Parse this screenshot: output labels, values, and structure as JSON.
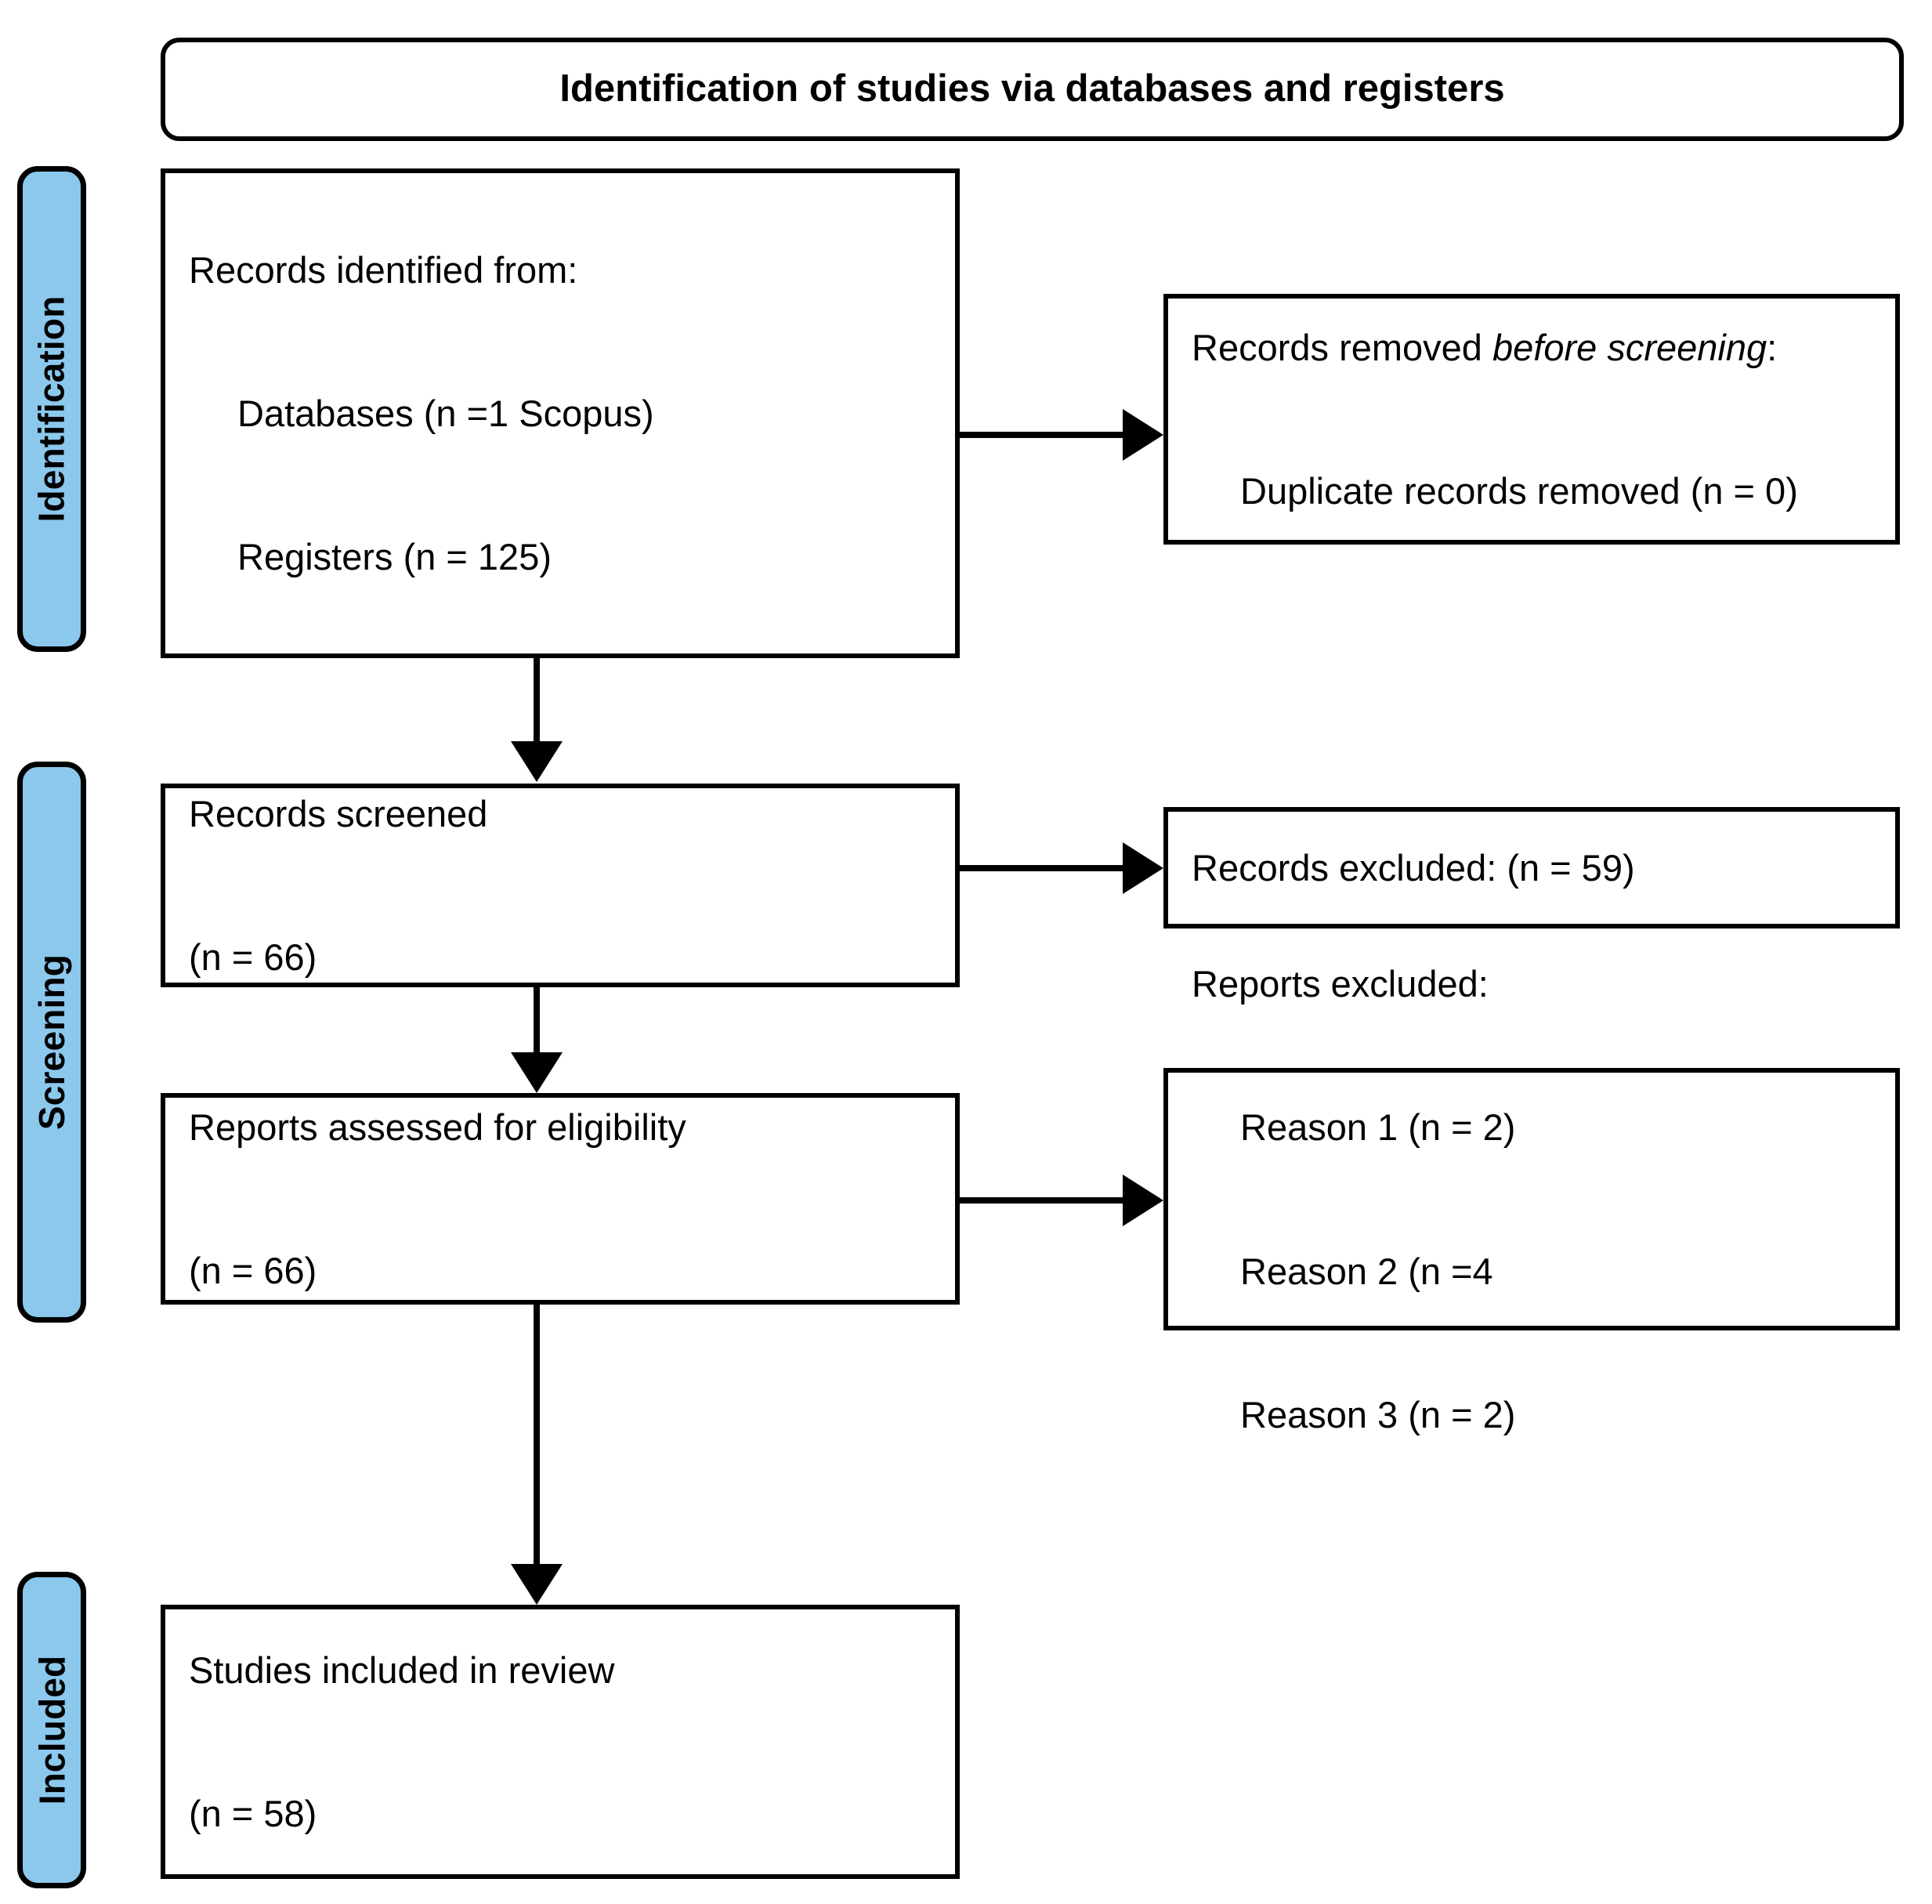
{
  "diagram": {
    "title": "Identification of studies via databases and registers",
    "stages": [
      {
        "id": "identification",
        "label": "Identification"
      },
      {
        "id": "screening",
        "label": "Screening"
      },
      {
        "id": "included",
        "label": "Included"
      }
    ],
    "boxes": {
      "records_identified": {
        "heading": "Records identified from:",
        "item_databases": "Databases (n =1 Scopus)",
        "item_registers": "Registers (n = 125)"
      },
      "records_removed": {
        "heading_prefix": "Records removed ",
        "heading_italic": "before screening",
        "heading_suffix": ":",
        "item_duplicates": "Duplicate records removed (n = 0)"
      },
      "records_screened": {
        "heading": "Records screened",
        "count": "(n = 66)"
      },
      "records_excluded": {
        "heading": "Records excluded: (n = 59)"
      },
      "reports_assessed": {
        "heading": "Reports assessed for eligibility",
        "count": "(n = 66)"
      },
      "reports_excluded": {
        "heading": "Reports excluded:",
        "reason_1": "Reason 1 (n = 2)",
        "reason_2": "Reason 2 (n =4",
        "reason_3": "Reason 3 (n = 2)"
      },
      "studies_included": {
        "heading": "Studies included in review",
        "count": "(n = 58)"
      }
    },
    "colors": {
      "stage_fill": "#8CC8EC",
      "stroke": "#000000",
      "background": "#FFFFFF"
    }
  }
}
